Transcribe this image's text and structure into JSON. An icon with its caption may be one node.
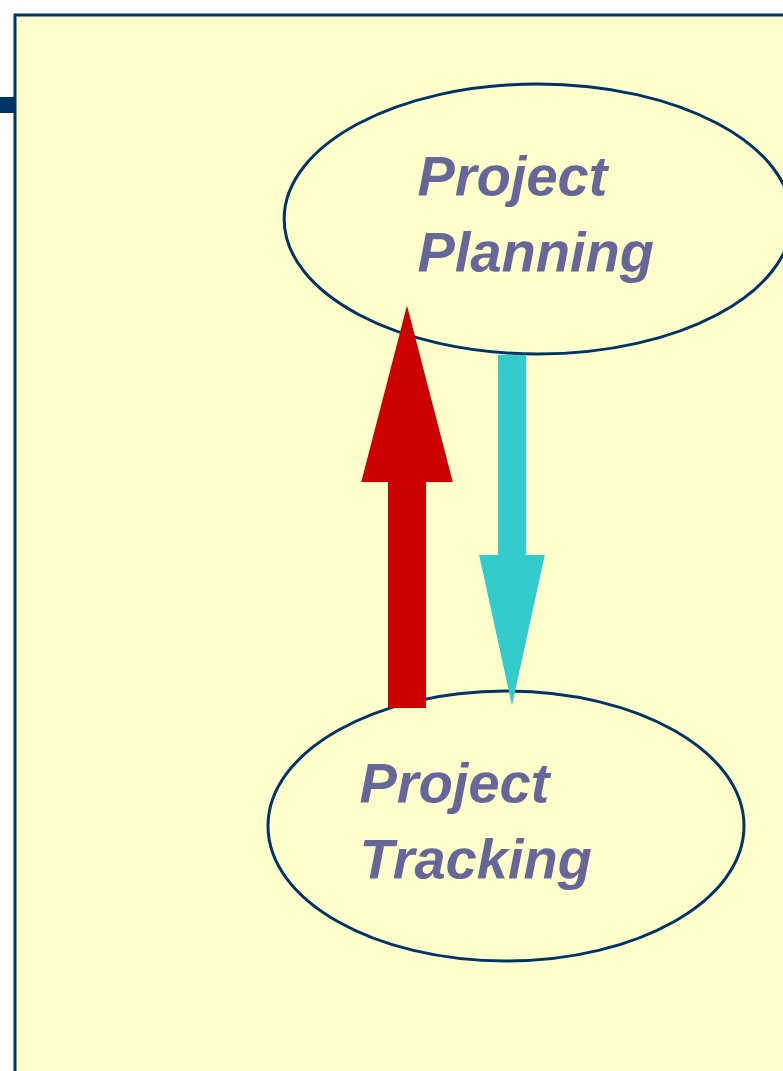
{
  "diagram": {
    "nodes": [
      {
        "text": [
          "Project Planning"
        ]
      },
      {
        "text": [
          "Project Tracking"
        ]
      }
    ],
    "edges": [
      {
        "from": 1,
        "to": 0,
        "arrow": "to",
        "color": "#cc0000"
      },
      {
        "from": 0,
        "to": 1,
        "arrow": "to",
        "color": "#33cccc"
      }
    ]
  }
}
